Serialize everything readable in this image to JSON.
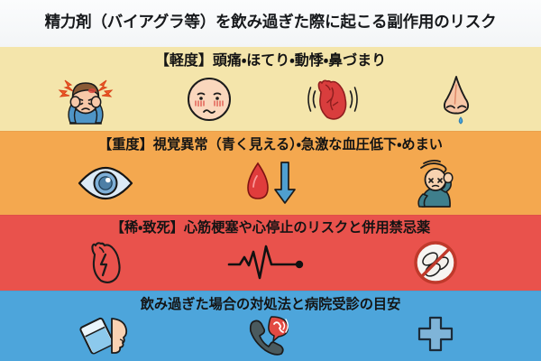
{
  "header": {
    "title": "精力剤（バイアグラ等）を飲み過ぎた際に起こる副作用のリスク",
    "background_color": "#f6f8fa",
    "text_color": "#17191c"
  },
  "bands": [
    {
      "id": "mild",
      "severity_label": "【軽度】",
      "heading": "【軽度】頭痛・ほてり・動悸・鼻づまり",
      "background_color": "#f4e5ab",
      "text_color": "#141414",
      "icons": [
        {
          "name": "headache-person-icon",
          "meaning": "頭痛"
        },
        {
          "name": "flushed-face-icon",
          "meaning": "ほてり"
        },
        {
          "name": "beating-heart-icon",
          "meaning": "動悸"
        },
        {
          "name": "runny-nose-icon",
          "meaning": "鼻づまり"
        }
      ]
    },
    {
      "id": "severe",
      "severity_label": "【重度】",
      "heading": "【重度】視覚異常（青く見える）・急激な血圧低下・めまい",
      "background_color": "#f4a84f",
      "text_color": "#141414",
      "icons": [
        {
          "name": "blue-eye-icon",
          "meaning": "視覚異常（青く見える）"
        },
        {
          "name": "blood-pressure-drop-icon",
          "meaning": "急激な血圧低下"
        },
        {
          "name": "dizzy-person-icon",
          "meaning": "めまい"
        }
      ]
    },
    {
      "id": "fatal",
      "severity_label": "【稀・致死】",
      "heading": "【稀・致死】心筋梗塞や心停止のリスクと併用禁忌薬",
      "background_color": "#e9524c",
      "text_color": "#141414",
      "icons": [
        {
          "name": "heart-attack-icon",
          "meaning": "心筋梗塞"
        },
        {
          "name": "flatline-ecg-icon",
          "meaning": "心停止"
        },
        {
          "name": "no-pills-icon",
          "meaning": "併用禁忌薬"
        }
      ]
    },
    {
      "id": "action",
      "severity_label": "",
      "heading": "飲み過ぎた場合の対処法と病院受診の目安",
      "background_color": "#4da5db",
      "text_color": "#141414",
      "icons": [
        {
          "name": "drinking-water-icon",
          "meaning": "水を飲む / 対処法"
        },
        {
          "name": "emergency-phone-call-icon",
          "meaning": "救急へ電話"
        },
        {
          "name": "medical-cross-icon",
          "meaning": "病院受診"
        }
      ]
    }
  ]
}
